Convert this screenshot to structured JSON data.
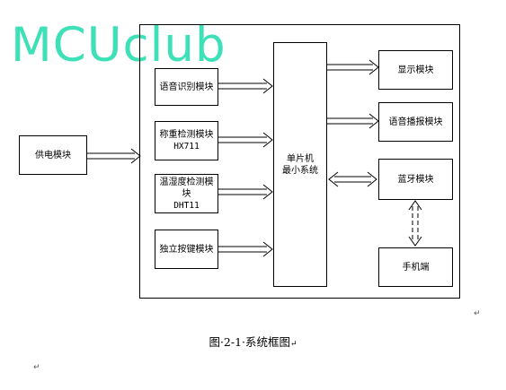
{
  "watermark": "MCUclub",
  "blocks": {
    "power": "供电模块",
    "voice_recognition": "语音识别模块",
    "weighing": {
      "label": "称重检测模块",
      "model": "HX711"
    },
    "temp_humidity": {
      "label": "温湿度检测模块",
      "model": "DHT11"
    },
    "keys": "独立按键模块",
    "mcu": {
      "line1": "单片机",
      "line2": "最小系统"
    },
    "display": "显示模块",
    "voice_playback": "语音播报模块",
    "bluetooth": "蓝牙模块",
    "phone": "手机端"
  },
  "caption": "图·2-1·系统框图",
  "paragraph_marks": [
    "↵",
    "↵",
    "↵"
  ]
}
